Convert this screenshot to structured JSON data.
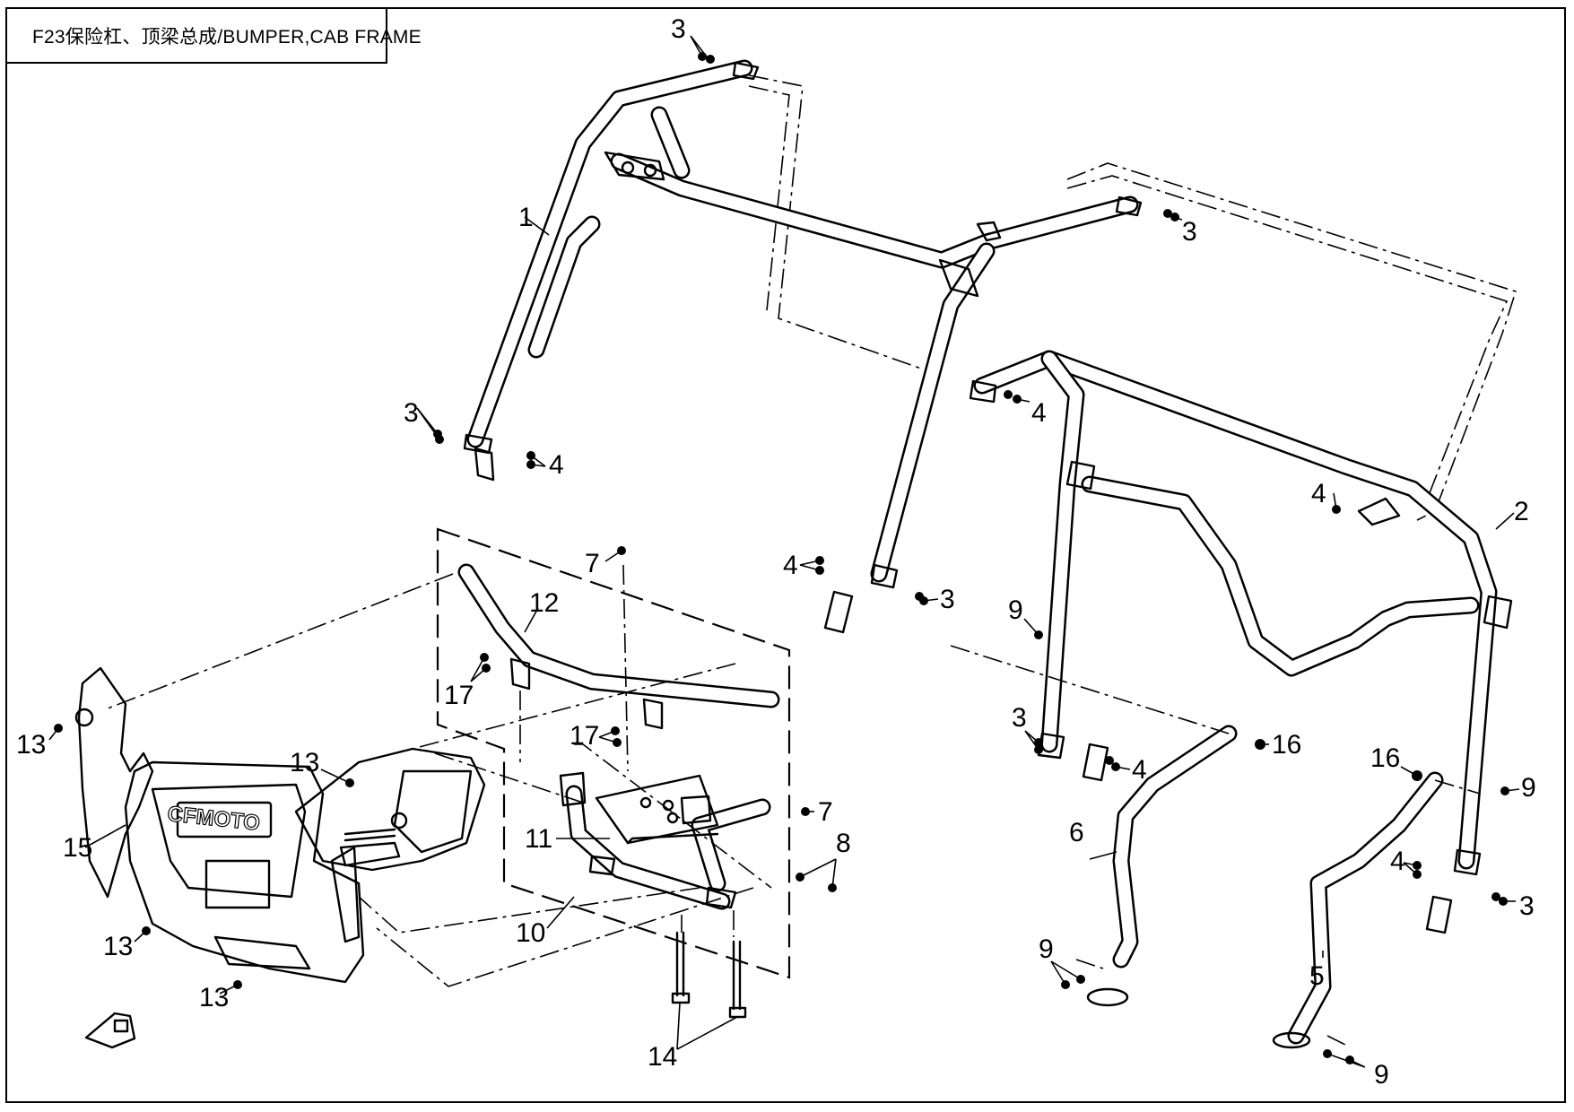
{
  "title": "F23保险杠、顶梁总成/BUMPER,CAB FRAME",
  "callouts": {
    "c1": "1",
    "c2": "2",
    "c3": "3",
    "c4": "4",
    "c5": "5",
    "c6": "6",
    "c7": "7",
    "c8": "8",
    "c9": "9",
    "c10": "10",
    "c11": "11",
    "c12": "12",
    "c13": "13",
    "c14": "14",
    "c15": "15",
    "c16": "16",
    "c17": "17"
  },
  "logo_text": "CFMOTO"
}
